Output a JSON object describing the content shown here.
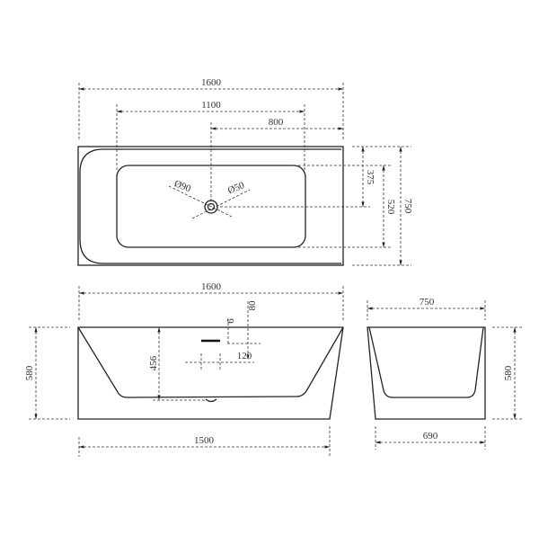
{
  "top_view": {
    "length": "1600",
    "inner_length": "1100",
    "drain_offset": "800",
    "drain_from_edge": "375",
    "inner_width": "520",
    "width": "750",
    "drain_diameter": "Ø90",
    "overflow_diameter": "Ø50"
  },
  "front_view": {
    "length": "1600",
    "base_length": "1500",
    "height": "580",
    "inner_depth": "456",
    "overflow_thickness": "6",
    "overflow_from_top": "80",
    "overflow_width": "120"
  },
  "side_view": {
    "width": "750",
    "base_width": "690",
    "height": "580"
  },
  "colors": {
    "line": "#222222",
    "background": "#ffffff"
  }
}
